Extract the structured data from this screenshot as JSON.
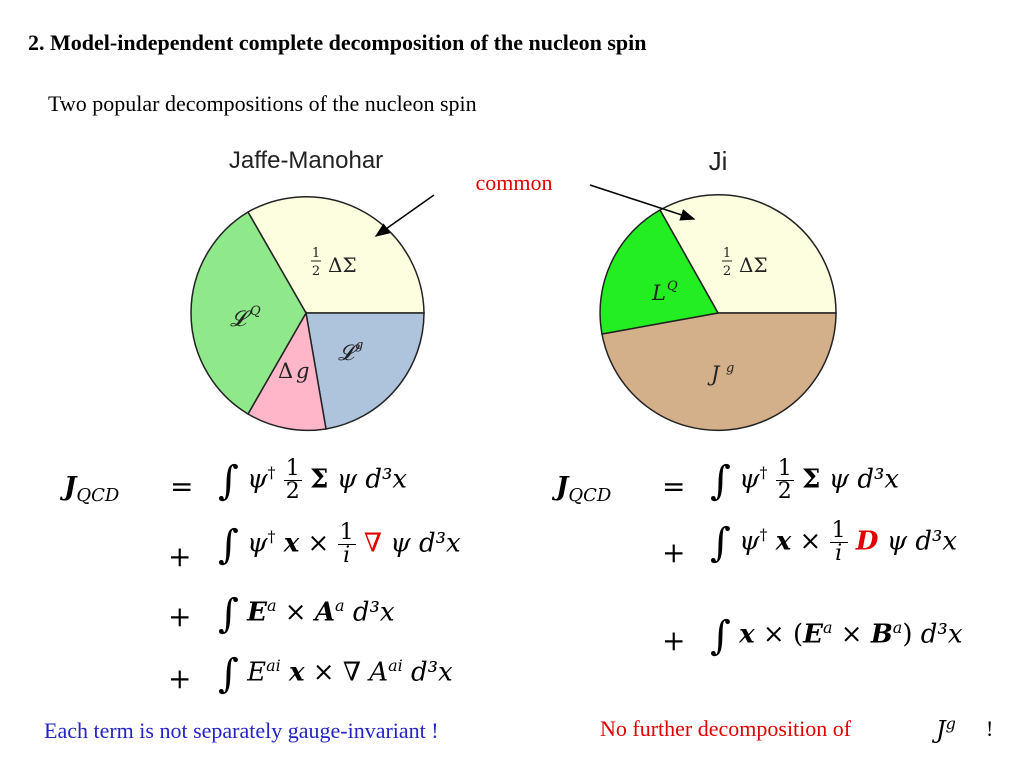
{
  "heading": "2.  Model-independent complete decomposition of the nucleon spin",
  "subheading": "Two popular decompositions of the nucleon spin",
  "charts": {
    "left_title": "Jaffe-Manohar",
    "right_title": "Ji",
    "callout": "common"
  },
  "chart_data": [
    {
      "type": "pie",
      "title": "Jaffe-Manohar",
      "slices": [
        {
          "label": "½ ΔΣ",
          "color": "#fdfde0"
        },
        {
          "label": "𝓛^g",
          "color": "#aec3dc"
        },
        {
          "label": "Δg",
          "color": "#ffb6c8"
        },
        {
          "label": "𝓛^Q",
          "color": "#8fe88a"
        }
      ]
    },
    {
      "type": "pie",
      "title": "Ji",
      "slices": [
        {
          "label": "½ ΔΣ",
          "color": "#fdfde0"
        },
        {
          "label": "J^g",
          "color": "#d3b08a"
        },
        {
          "label": "L^Q",
          "color": "#22ee22"
        }
      ]
    }
  ],
  "equations": {
    "lhs": "J",
    "lhs_sub": "QCD",
    "eq_sign": "=",
    "plus": "+",
    "integral": "∫",
    "psi": "ψ",
    "dagger": "†",
    "half_num": "1",
    "half_den": "2",
    "sigma": "Σ",
    "d3x": "d³x",
    "x": "x",
    "times": "×",
    "one": "1",
    "i": "i",
    "nabla": "∇",
    "D": "D",
    "E": "E",
    "A": "A",
    "B": "B",
    "a": "a",
    "ai": "ai",
    "open_paren": "(",
    "close_paren": ")"
  },
  "notes": {
    "left": "Each term is not separately gauge-invariant !",
    "right": "No further decomposition of",
    "right_symbol": "J",
    "right_symbol_sup": "g",
    "right_bang": "!"
  }
}
